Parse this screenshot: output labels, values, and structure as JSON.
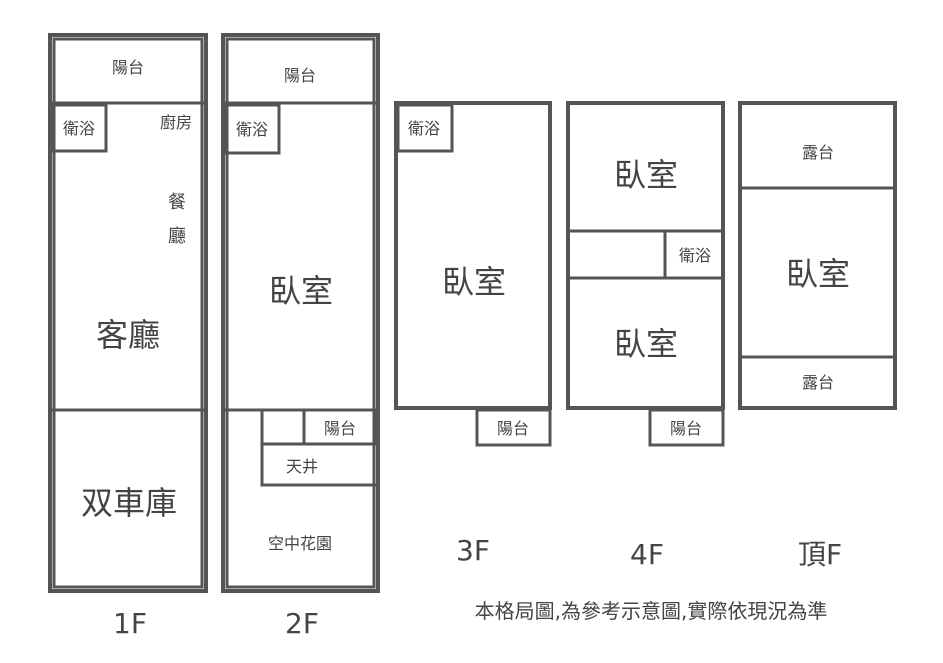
{
  "floors": {
    "f1": {
      "label": "1F",
      "rooms": {
        "balcony": "陽台",
        "bathroom": "衛浴",
        "kitchen": "廚房",
        "dining_1": "餐",
        "dining_2": "廳",
        "living": "客廳",
        "garage": "双車庫"
      }
    },
    "f2": {
      "label": "2F",
      "rooms": {
        "balcony_top": "陽台",
        "bathroom": "衛浴",
        "bedroom": "臥室",
        "balcony_small": "陽台",
        "skylight": "天井",
        "sky_garden": "空中花園"
      }
    },
    "f3": {
      "label": "3F",
      "rooms": {
        "bathroom": "衛浴",
        "bedroom": "臥室",
        "balcony": "陽台"
      }
    },
    "f4": {
      "label": "4F",
      "rooms": {
        "bedroom_top": "臥室",
        "bathroom": "衛浴",
        "bedroom_bottom": "臥室",
        "balcony": "陽台"
      }
    },
    "roof": {
      "label": "頂F",
      "rooms": {
        "terrace_top": "露台",
        "bedroom": "臥室",
        "terrace_bottom": "露台"
      }
    }
  },
  "note": "本格局圖,為參考示意圖,實際依現況為準"
}
